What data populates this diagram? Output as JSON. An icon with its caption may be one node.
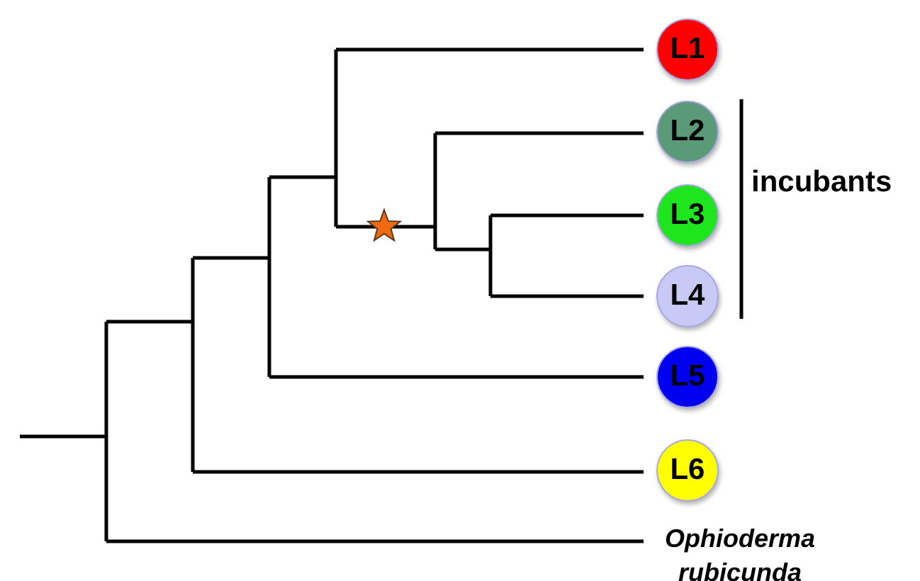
{
  "diagram": {
    "nodes": [
      {
        "text": [
          "L1"
        ]
      },
      {
        "text": [
          "L2"
        ]
      },
      {
        "text": [
          "L3"
        ]
      },
      {
        "text": [
          "L4"
        ]
      },
      {
        "text": [
          "L5"
        ]
      },
      {
        "text": [
          "L6"
        ]
      },
      {
        "text": [
          "Ophioderma rubicunda"
        ]
      }
    ],
    "labels": [
      "incubants"
    ]
  }
}
